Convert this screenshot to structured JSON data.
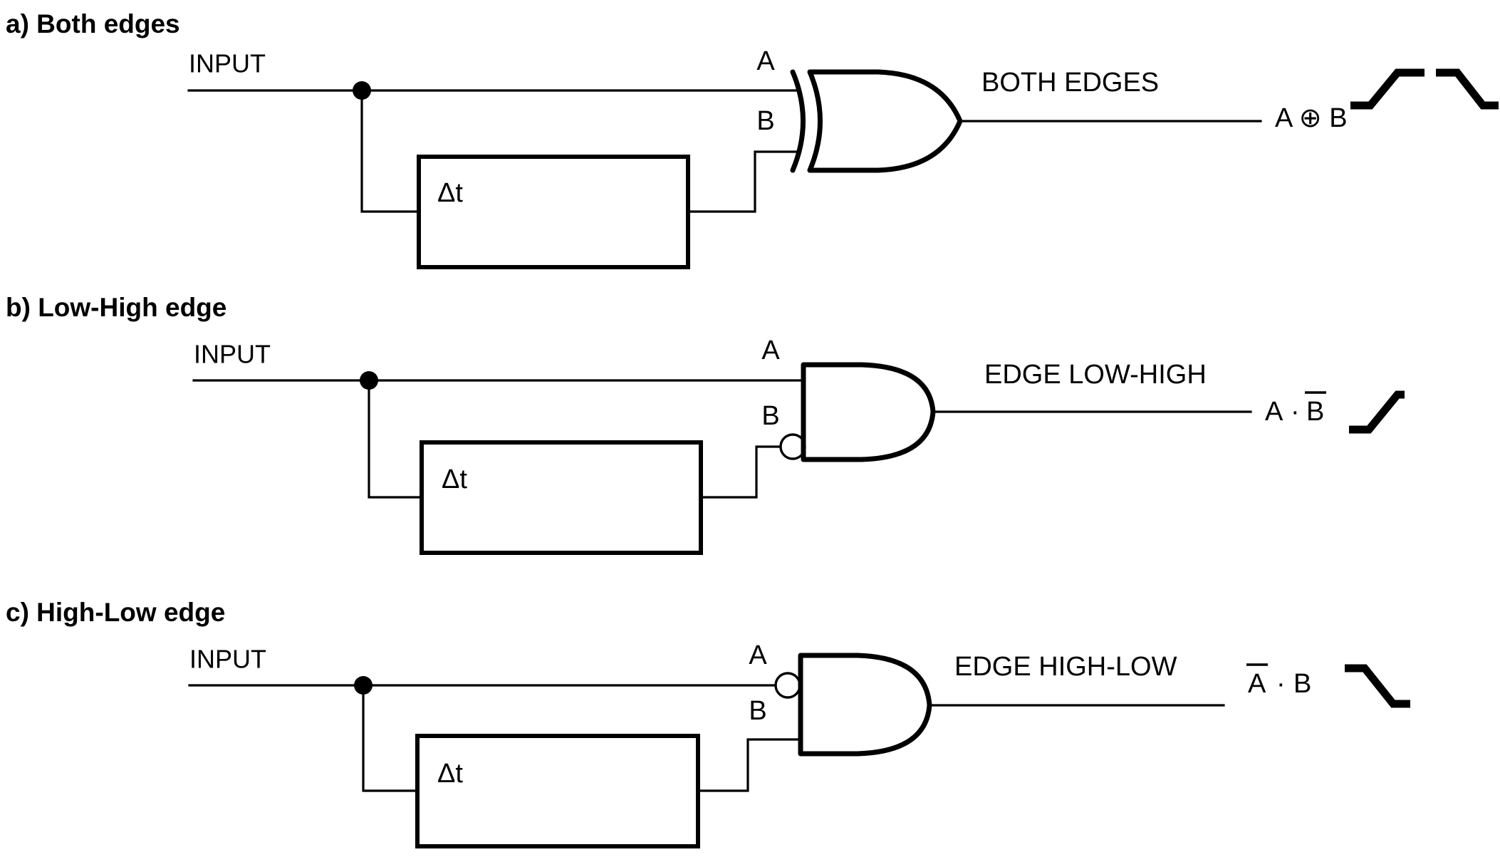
{
  "figure": {
    "kind": "logic-circuit-diagram",
    "background_color": "#ffffff",
    "line_color": "#000000"
  },
  "panels": [
    {
      "id": "a",
      "title": "a) Both edges",
      "input_label": "INPUT",
      "delay_block_label": "Δt",
      "pin_a_label": "A",
      "pin_b_label": "B",
      "gate_type": "XOR",
      "gate_bubble": "none",
      "output_label": "BOTH EDGES",
      "expression": "A ⊕ B",
      "expression_overbar": "none",
      "waveforms": [
        "rising-edge",
        "falling-edge"
      ]
    },
    {
      "id": "b",
      "title": "b) Low-High edge",
      "input_label": "INPUT",
      "delay_block_label": "Δt",
      "pin_a_label": "A",
      "pin_b_label": "B",
      "gate_type": "AND",
      "gate_bubble": "B",
      "output_label": "EDGE LOW-HIGH",
      "expression_left": "A",
      "expression_operator": "·",
      "expression_right": "B",
      "expression_overbar": "B",
      "waveforms": [
        "rising-edge"
      ]
    },
    {
      "id": "c",
      "title": "c) High-Low edge",
      "input_label": "INPUT",
      "delay_block_label": "Δt",
      "pin_a_label": "A",
      "pin_b_label": "B",
      "gate_type": "AND",
      "gate_bubble": "A",
      "output_label": "EDGE HIGH-LOW",
      "expression_left": "A",
      "expression_operator": "·",
      "expression_right": "B",
      "expression_overbar": "A",
      "waveforms": [
        "falling-edge"
      ]
    }
  ]
}
